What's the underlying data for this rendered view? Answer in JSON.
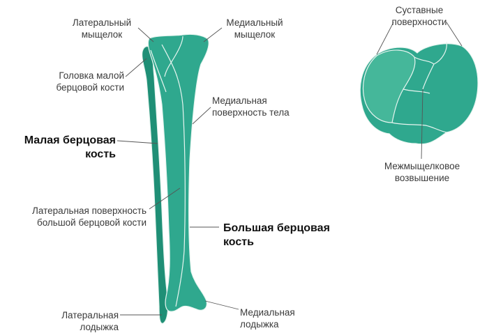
{
  "colors": {
    "bone": "#2fa88e",
    "bone_light": "#45b79a",
    "bone_dark": "#1f8f76",
    "outline": "#e8f5f0",
    "leader": "#555555"
  },
  "labels": {
    "lateral_condyle": "Латеральный\nмыщелок",
    "medial_condyle": "Медиальный\nмыщелок",
    "fibula_head": "Головка малой\nберцовой кости",
    "medial_surface": "Медиальная\nповерхность тела",
    "fibula": "Малая берцовая\nкость",
    "lateral_surface": "Латеральная поверхность\nбольшой берцовой кости",
    "tibia": "Большая берцовая\nкость",
    "lateral_malleolus": "Латеральная\nлодыжка",
    "medial_malleolus": "Медиальная\nлодыжка",
    "articular_surfaces": "Суставные\nповерхности",
    "intercondylar_eminence": "Межмыщелковое\nвозвышение"
  }
}
